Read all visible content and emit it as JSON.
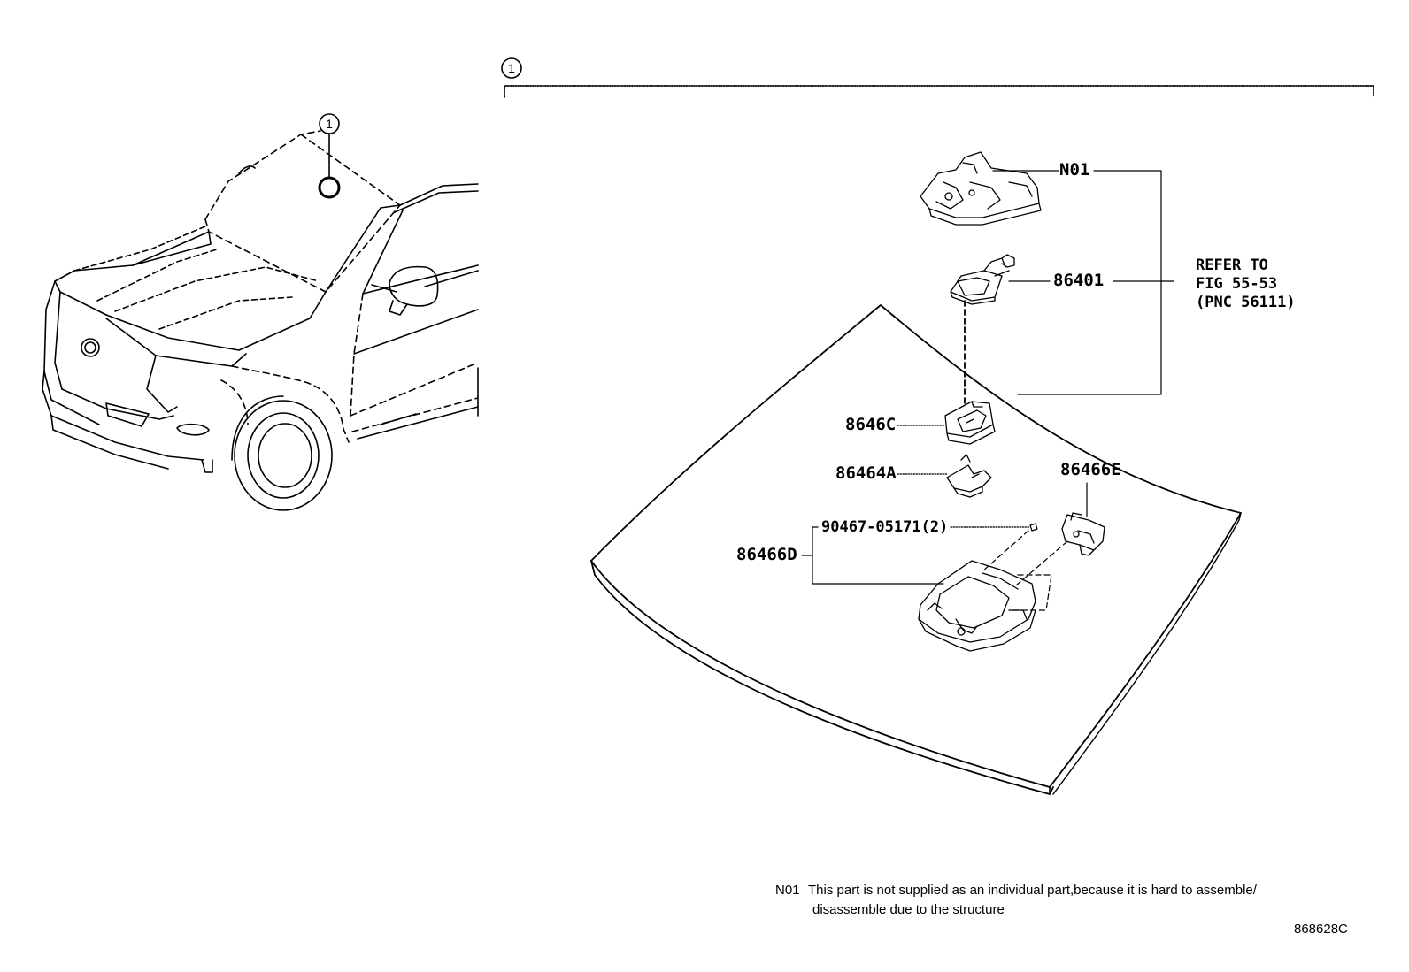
{
  "callouts": {
    "group_ref": "1",
    "vehicle_ref": "1"
  },
  "parts": {
    "n01": "N01",
    "p86401": "86401",
    "p8646c": "8646C",
    "p86464a": "86464A",
    "p86466e": "86466E",
    "p90467": "90467-05171(2)",
    "p86466d": "86466D"
  },
  "refer": {
    "line1": "REFER TO",
    "line2": "FIG 55-53",
    "line3": "(PNC 56111)"
  },
  "footnote": {
    "code": "N01",
    "line1": "This part is not supplied as an individual part,because it is hard to assemble/",
    "line2": "disassemble due to the structure"
  },
  "figure_id": "868628C"
}
